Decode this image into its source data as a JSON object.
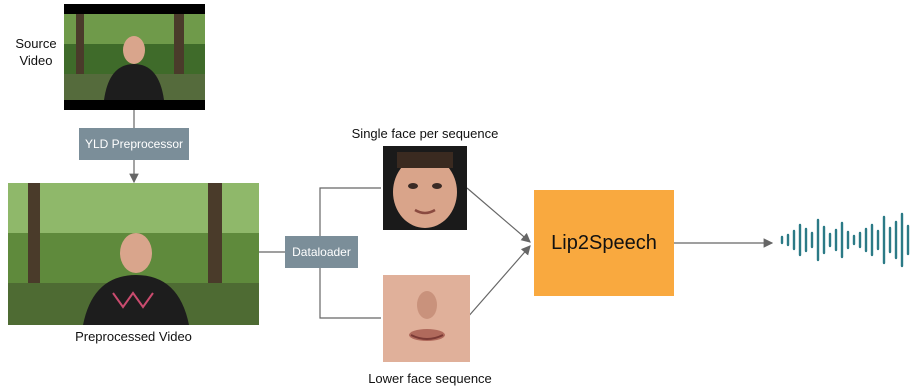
{
  "source": {
    "label_line1": "Source",
    "label_line2": "Video"
  },
  "preprocessor": {
    "label": "YLD Preprocessor"
  },
  "preprocessed": {
    "label": "Preprocessed Video"
  },
  "dataloader": {
    "label": "Dataloader"
  },
  "single_face": {
    "label": "Single face per sequence"
  },
  "lower_face": {
    "label": "Lower face sequence"
  },
  "model": {
    "label": "Lip2Speech"
  },
  "colors": {
    "box": "#7b8e99",
    "model": "#f9a93f",
    "wave": "#2b7a86",
    "line": "#666666"
  }
}
